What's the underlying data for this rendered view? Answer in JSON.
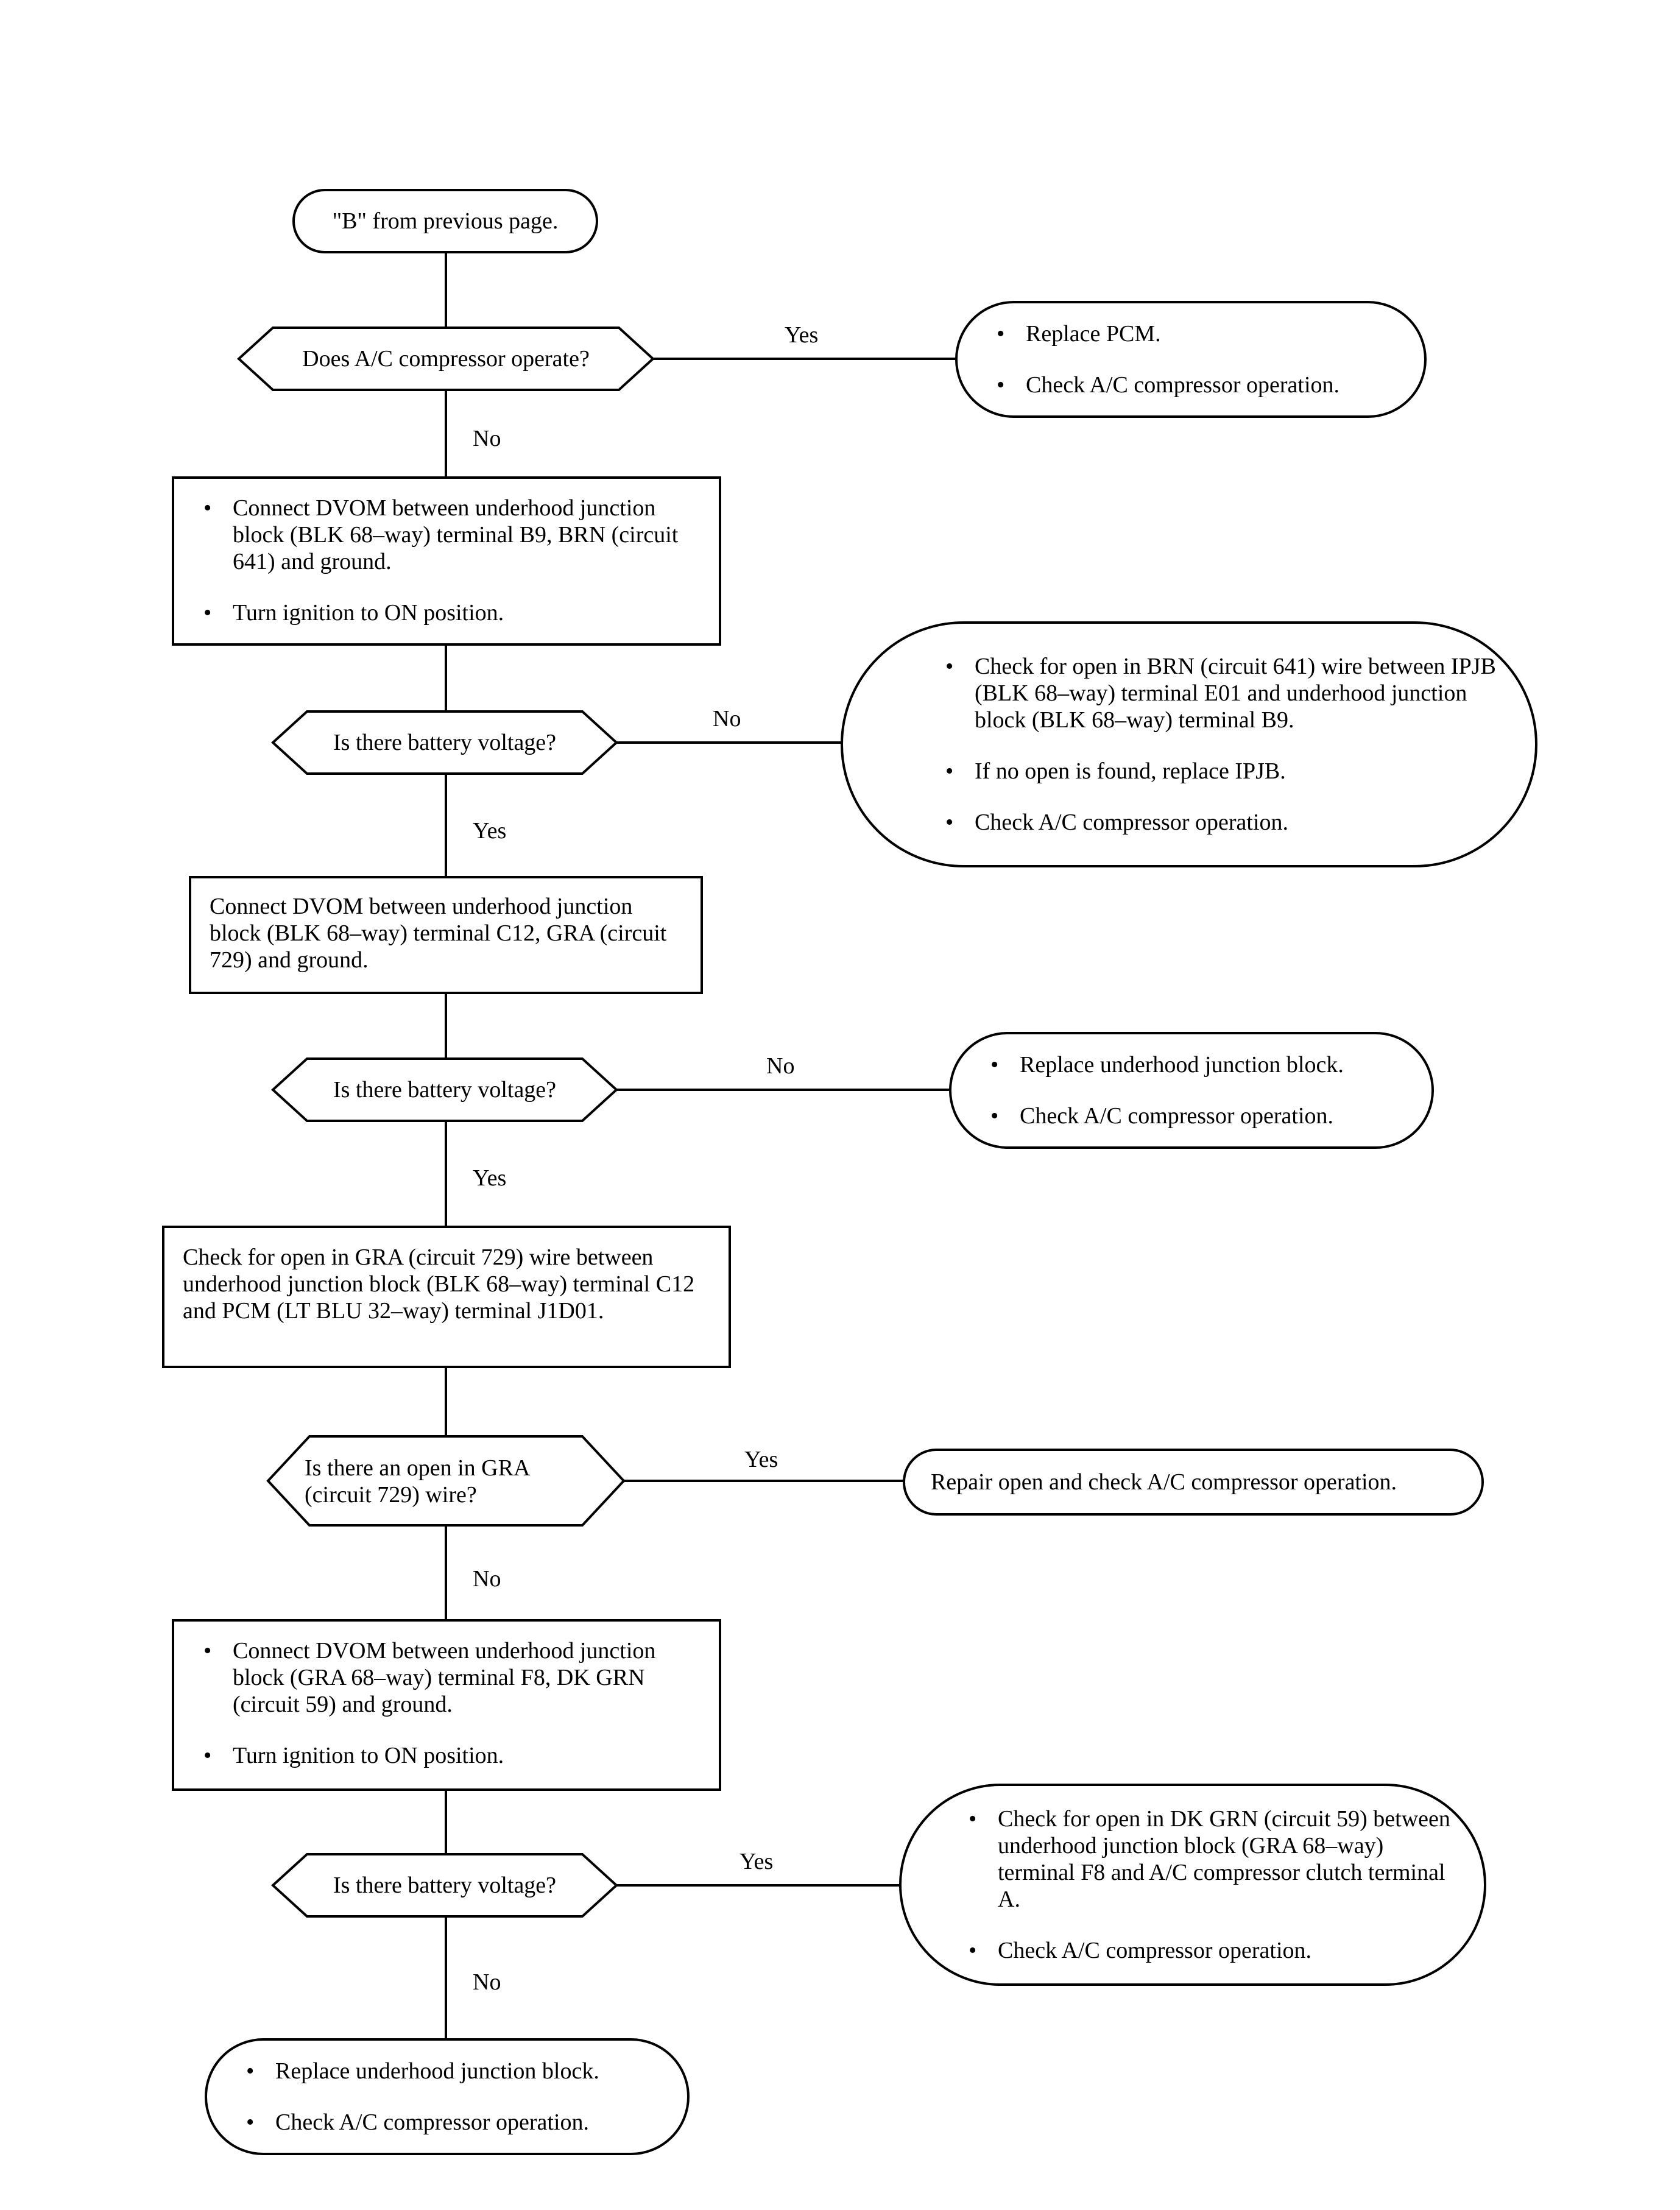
{
  "start": {
    "text": "\"B\" from previous page."
  },
  "d1": {
    "question": "Does A/C compressor operate?",
    "yes": "Yes",
    "no": "No"
  },
  "r1": {
    "items": [
      "Replace PCM.",
      "Check A/C compressor operation."
    ]
  },
  "b1": {
    "items": [
      "Connect DVOM between underhood junction block (BLK 68–way) terminal B9, BRN (circuit 641) and ground.",
      "Turn ignition to ON position."
    ]
  },
  "d2": {
    "question": "Is there battery voltage?",
    "no": "No",
    "yes": "Yes"
  },
  "r2": {
    "items": [
      "Check for open in BRN (circuit 641) wire between IPJB (BLK 68–way) terminal E01 and underhood junction block (BLK 68–way) terminal B9.",
      "If no open is found, replace IPJB.",
      "Check A/C compressor operation."
    ]
  },
  "b2": {
    "text": "Connect DVOM between underhood junction block (BLK 68–way) terminal C12, GRA (circuit 729) and ground."
  },
  "d3": {
    "question": "Is there battery voltage?",
    "no": "No",
    "yes": "Yes"
  },
  "r3": {
    "items": [
      "Replace underhood junction block.",
      "Check A/C compressor operation."
    ]
  },
  "b3": {
    "text": "Check for open in GRA (circuit 729) wire between underhood junction block (BLK 68–way) terminal C12 and PCM (LT BLU 32–way) terminal J1D01."
  },
  "d4": {
    "question": "Is there an open in GRA (circuit 729) wire?",
    "yes": "Yes",
    "no": "No"
  },
  "r4": {
    "text": "Repair open and check A/C compressor operation."
  },
  "b4": {
    "items": [
      "Connect DVOM between underhood junction block (GRA 68–way) terminal F8, DK GRN (circuit 59) and ground.",
      "Turn ignition to ON position."
    ]
  },
  "d5": {
    "question": "Is there battery voltage?",
    "yes": "Yes",
    "no": "No"
  },
  "r5": {
    "items": [
      "Check for open in DK GRN (circuit 59) between underhood junction block (GRA 68–way) terminal F8 and A/C compressor clutch terminal A.",
      "Check A/C compressor operation."
    ]
  },
  "end": {
    "items": [
      "Replace underhood junction block.",
      "Check A/C compressor operation."
    ]
  }
}
